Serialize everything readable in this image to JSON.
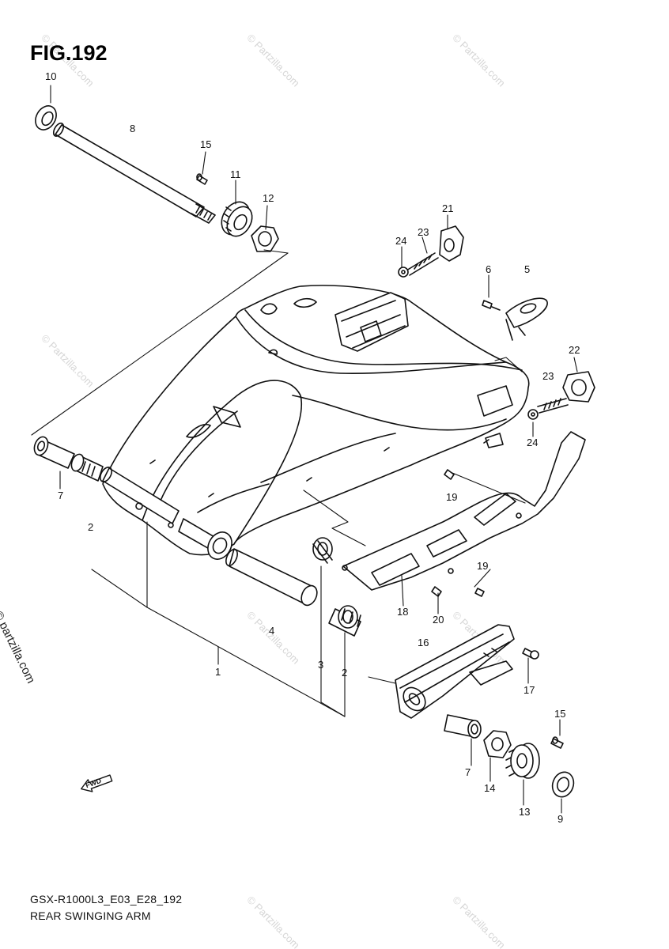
{
  "figure": {
    "title": "FIG.192",
    "code": "GSX-R1000L3_E03_E28_192",
    "name": "REAR SWINGING ARM"
  },
  "watermark": {
    "side_text": "© partzilla.com",
    "faint_text": "© Partzilla.com"
  },
  "fwd_label": "FWD",
  "callouts": [
    {
      "id": "c10a",
      "label": "10"
    },
    {
      "id": "c8",
      "label": "8"
    },
    {
      "id": "c15a",
      "label": "15"
    },
    {
      "id": "c11",
      "label": "11"
    },
    {
      "id": "c12",
      "label": "12"
    },
    {
      "id": "c21",
      "label": "21"
    },
    {
      "id": "c24a",
      "label": "24"
    },
    {
      "id": "c23a",
      "label": "23"
    },
    {
      "id": "c6",
      "label": "6"
    },
    {
      "id": "c5",
      "label": "5"
    },
    {
      "id": "c22",
      "label": "22"
    },
    {
      "id": "c23b",
      "label": "23"
    },
    {
      "id": "c24b",
      "label": "24"
    },
    {
      "id": "c7a",
      "label": "7"
    },
    {
      "id": "c2a",
      "label": "2"
    },
    {
      "id": "c19a",
      "label": "19"
    },
    {
      "id": "c19b",
      "label": "19"
    },
    {
      "id": "c18",
      "label": "18"
    },
    {
      "id": "c20",
      "label": "20"
    },
    {
      "id": "c4",
      "label": "4"
    },
    {
      "id": "c16",
      "label": "16"
    },
    {
      "id": "c1",
      "label": "1"
    },
    {
      "id": "c3",
      "label": "3"
    },
    {
      "id": "c2b",
      "label": "2"
    },
    {
      "id": "c17",
      "label": "17"
    },
    {
      "id": "c15b",
      "label": "15"
    },
    {
      "id": "c7b",
      "label": "7"
    },
    {
      "id": "c14",
      "label": "14"
    },
    {
      "id": "c13",
      "label": "13"
    },
    {
      "id": "c9",
      "label": "9"
    }
  ]
}
